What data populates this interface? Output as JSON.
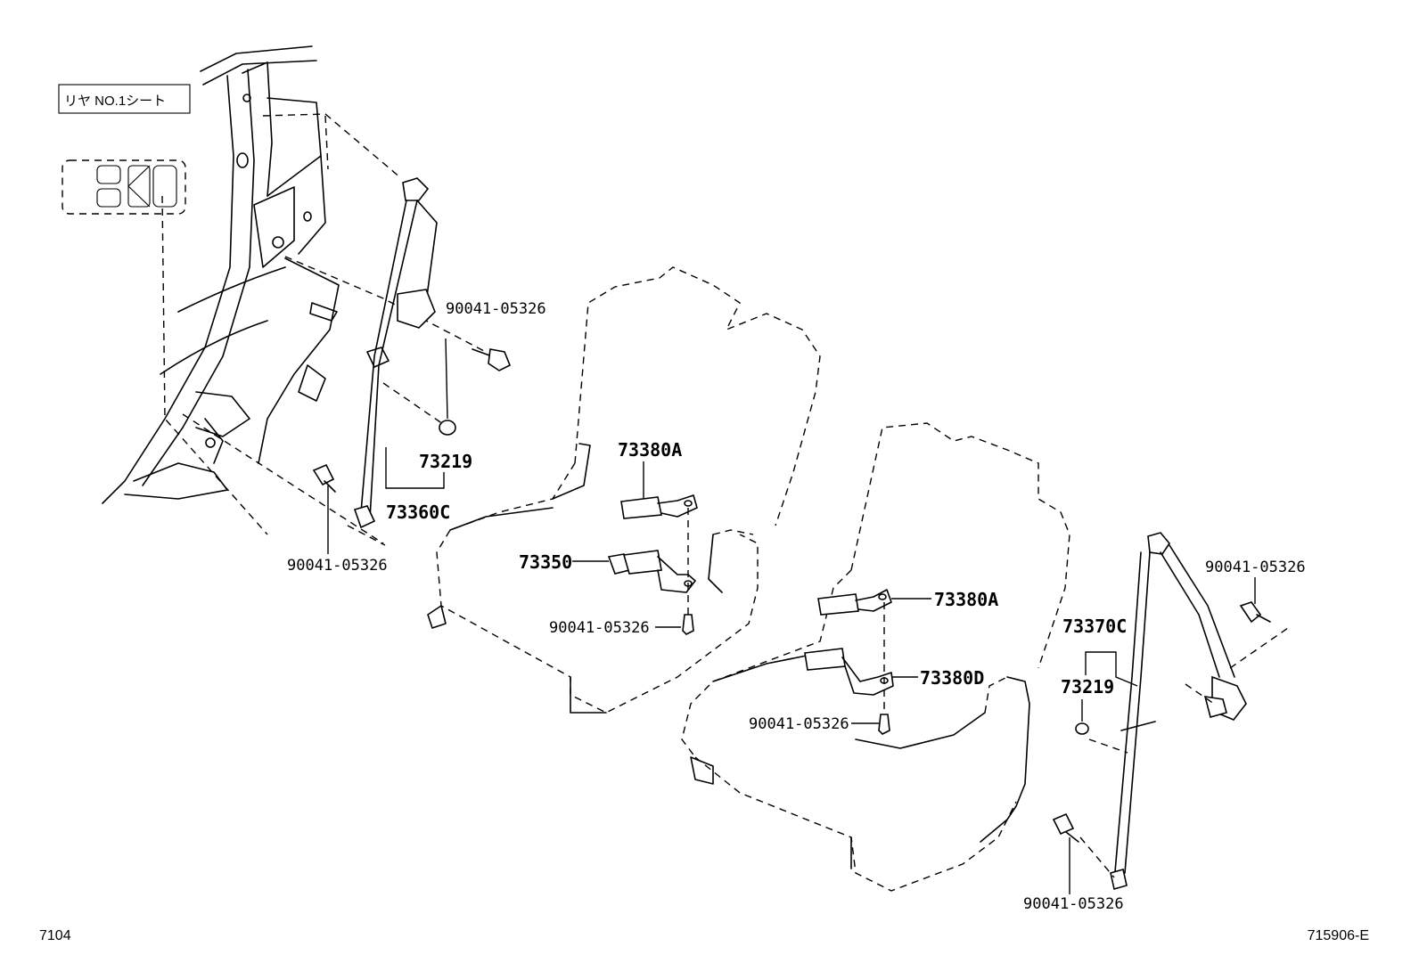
{
  "seat_label": "リヤ NO.1シート",
  "footer": {
    "left_code": "7104",
    "right_code": "715906-E"
  },
  "labels": {
    "bolt_upper_left": "90041-05326",
    "washer_left": "73219",
    "belt_left": "73360C",
    "bolt_lower_left": "90041-05326",
    "buckle_a_center": "73380A",
    "buckle_center": "73350",
    "bolt_center": "90041-05326",
    "buckle_a_right": "73380A",
    "buckle_d_right": "73380D",
    "bolt_right_seat": "90041-05326",
    "bolt_upper_right": "90041-05326",
    "belt_right": "73370C",
    "washer_right": "73219",
    "bolt_lower_right": "90041-05326"
  }
}
